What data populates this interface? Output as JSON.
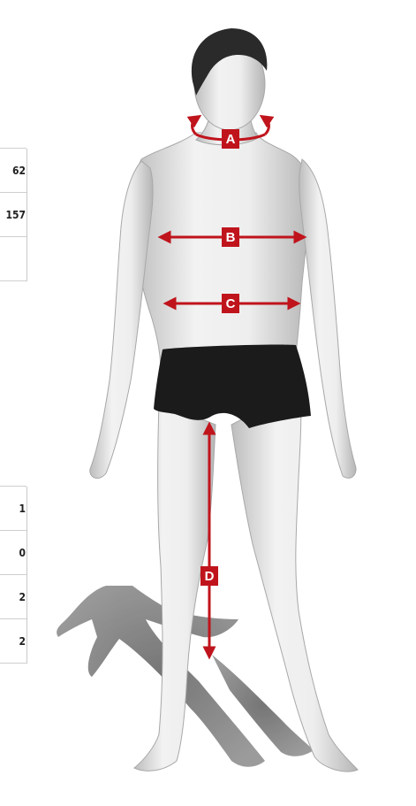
{
  "size_table_top": {
    "rows": [
      "62",
      "157",
      ""
    ]
  },
  "size_table_bottom": {
    "rows": [
      "1",
      "0",
      "2",
      "2"
    ]
  },
  "markers": {
    "neck": "A",
    "chest": "B",
    "waist": "C",
    "inseam": "D"
  },
  "colors": {
    "accent": "#c0141c",
    "skin": "#e3e3e3",
    "shorts": "#1b1b1b",
    "hair": "#2a2a2a",
    "shadow": "#6f6f6f"
  }
}
